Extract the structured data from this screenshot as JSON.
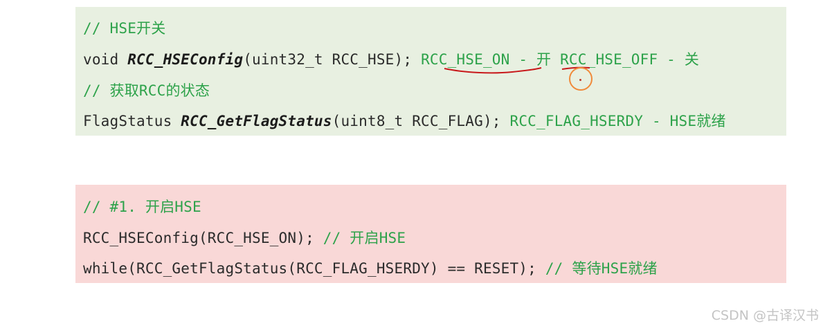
{
  "green_block": {
    "line1_comment": "// HSE开关",
    "line2_prefix": "void ",
    "line2_fn": "RCC_HSEConfig",
    "line2_args": "(uint32_t RCC_HSE); ",
    "line2_note": "RCC_HSE_ON - 开 RCC_HSE_OFF - 关",
    "line3_comment": "// 获取RCC的状态",
    "line4_prefix": "FlagStatus ",
    "line4_fn": "RCC_GetFlagStatus",
    "line4_args": "(uint8_t RCC_FLAG); ",
    "line4_note": "RCC_FLAG_HSERDY - HSE就绪"
  },
  "red_block": {
    "line1_comment": "// #1. 开启HSE",
    "line2_code": "RCC_HSEConfig(RCC_HSE_ON); ",
    "line2_comment": "// 开启HSE",
    "line3_code": "while(RCC_GetFlagStatus(RCC_FLAG_HSERDY) == RESET); ",
    "line3_comment": "// 等待HSE就绪"
  },
  "watermark": "CSDN @古译汉书",
  "colors": {
    "green_bg": "#e8f0e1",
    "red_bg": "#f9d8d7",
    "comment_green": "#2da24a",
    "annotation_red": "#c8191b",
    "pointer_orange": "#f08a3a"
  }
}
